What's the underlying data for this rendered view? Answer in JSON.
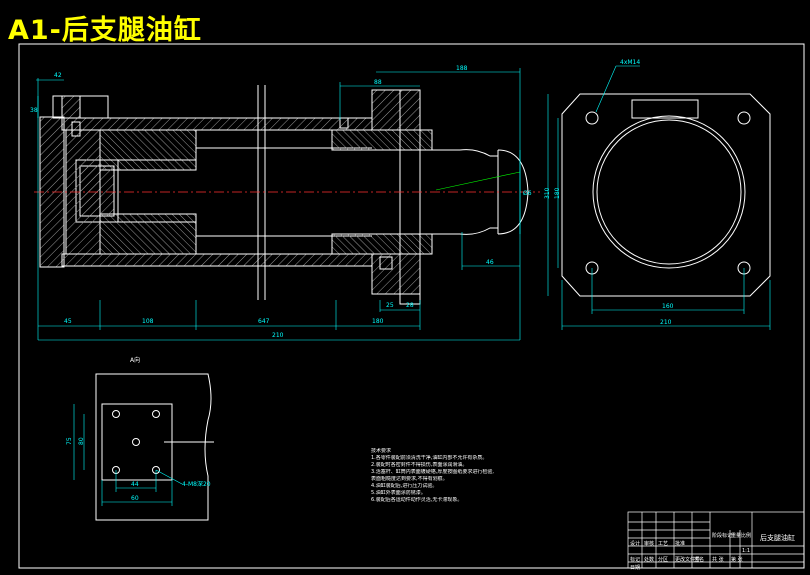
{
  "title": "A1-后支腿油缸",
  "colors": {
    "background": "#000000",
    "outline": "#ffffff",
    "dimension": "#00ffff",
    "hatch": "#b0b0b0",
    "leader": "#00ff00",
    "title_text": "#ffff00",
    "center": "#ff3030"
  },
  "dimensions": {
    "main_view": {
      "top_left_width": "42",
      "top_left_height": "38",
      "top_mid": "88",
      "top_right": "188",
      "rod_diameter": "Ø6",
      "rod_extension": "46",
      "bottom_small_1": "25",
      "bottom_small_2": "28",
      "chain_1": "45",
      "chain_2": "108",
      "chain_3": "647",
      "chain_4": "180",
      "overall": "210"
    },
    "end_view": {
      "hole_note": "4xM14",
      "height_outer": "310",
      "height_inner": "180",
      "width_inner": "160",
      "width_outer": "210"
    },
    "detail_view": {
      "label": "A向",
      "height_outer": "75",
      "height_inner": "80",
      "width_inner": "44",
      "width_outer": "60",
      "hole_note": "4-M8深20"
    }
  },
  "notes": {
    "heading": "技术要求",
    "lines": [
      "1.各零件装配前须清洗干净,油缸内部不允许有杂质。",
      "2.装配时各密封件不得损伤,表面涂润滑油。",
      "3.活塞杆、缸筒内表面镀硬铬,厚度按图纸要求进行检验,",
      "  表面粗糙度达到要求,不得有划痕。",
      "4.油缸装配后,进行压力试验。",
      "5.油缸外表面涂防锈漆。",
      "6.装配后各运动件动作灵活,无卡滞现象。"
    ]
  },
  "title_block": {
    "drawing_name": "后支腿油缸",
    "scale": "1:1",
    "rows": [
      "标记",
      "处数",
      "分区",
      "更改文件号",
      "签名",
      "日期",
      "设计",
      "审核",
      "工艺",
      "批准",
      "阶段标记",
      "重量",
      "比例",
      "共 张",
      "第 张"
    ]
  }
}
